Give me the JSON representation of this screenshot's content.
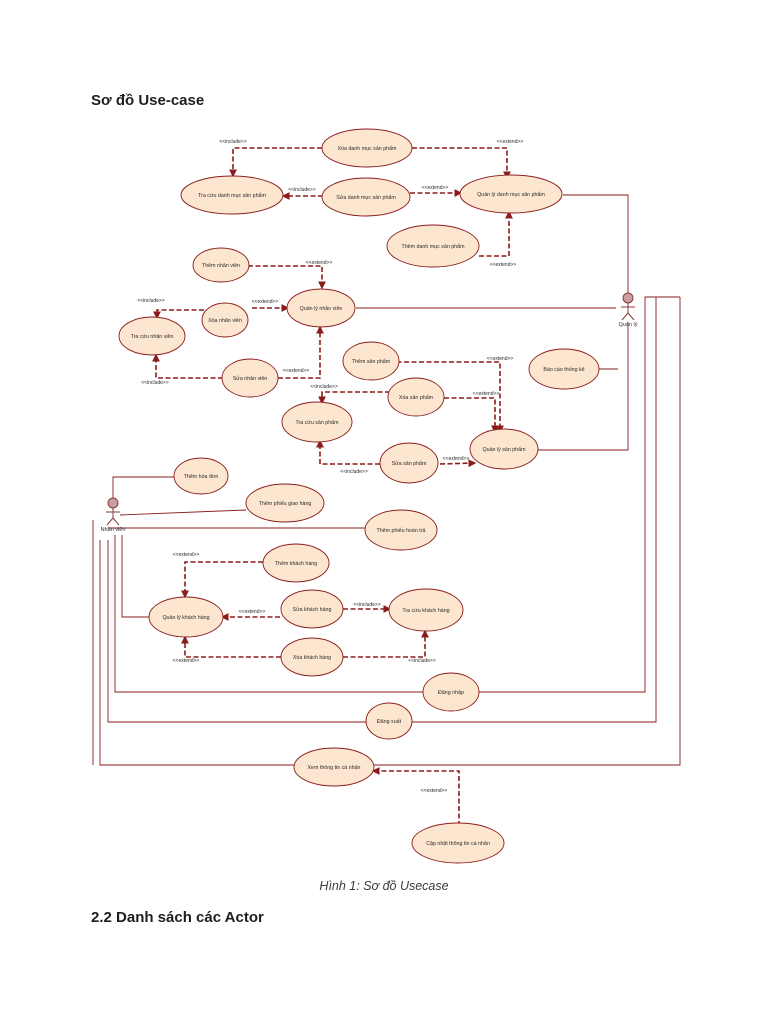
{
  "document": {
    "heading": "Sơ đồ Use-case",
    "figure_caption": "Hình 1: Sơ đồ Usecase",
    "next_section_heading": "2.2 Danh sách các Actor"
  },
  "diagram": {
    "colors": {
      "usecase_fill": "#fde6cf",
      "line": "#8b1c1c",
      "actor": "#a86a6a"
    },
    "actors": {
      "quan_ly": "Quản lý",
      "nhan_vien": "Nhân viên"
    },
    "usecases": {
      "xoa_danh_muc": "Xóa danh mục sản phẩm",
      "tra_cuu_danh_muc": "Tra cứu danh mục sản phẩm",
      "sua_danh_muc": "Sửa danh mục sản phẩm",
      "quan_ly_danh_muc": "Quản lý danh mục sản phẩm",
      "them_danh_muc": "Thêm danh mục sản phẩm",
      "them_nhan_vien": "Thêm nhân viên",
      "quan_ly_nhan_vien": "Quản lý nhân viên",
      "xoa_nhan_vien": "Xóa nhân viên",
      "tra_cuu_nhan_vien": "Tra cứu nhân viên",
      "sua_nhan_vien": "Sửa nhân viên",
      "them_san_pham": "Thêm sản phẩm",
      "bao_cao_thong_ke": "Báo cáo thống kê",
      "xoa_san_pham": "Xóa sản phẩm",
      "tra_cuu_san_pham": "Tra cứu sản phẩm",
      "quan_ly_san_pham": "Quản lý sản phẩm",
      "sua_san_pham": "Sửa sản phẩm",
      "them_hoa_don": "Thêm hóa đơn",
      "them_phieu_giao_hang": "Thêm phiếu giao hàng",
      "them_phieu_hoan_tra": "Thêm phiếu hoàn trả",
      "them_khach_hang": "Thêm khách hàng",
      "quan_ly_khach_hang": "Quản lý khách hàng",
      "sua_khach_hang": "Sửa khách hàng",
      "tra_cuu_khach_hang": "Tra cứu khách hàng",
      "xoa_khach_hang": "Xóa khách hàng",
      "dang_nhap": "Đăng nhập",
      "dang_xuat": "Đăng xuất",
      "xem_thong_tin": "Xem thông tin cá nhân",
      "cap_nhat_thong_tin": "Cập nhật thông tin cá nhân"
    },
    "stereotypes": {
      "include": "<<include>>",
      "extend": "<<extend>>"
    }
  }
}
